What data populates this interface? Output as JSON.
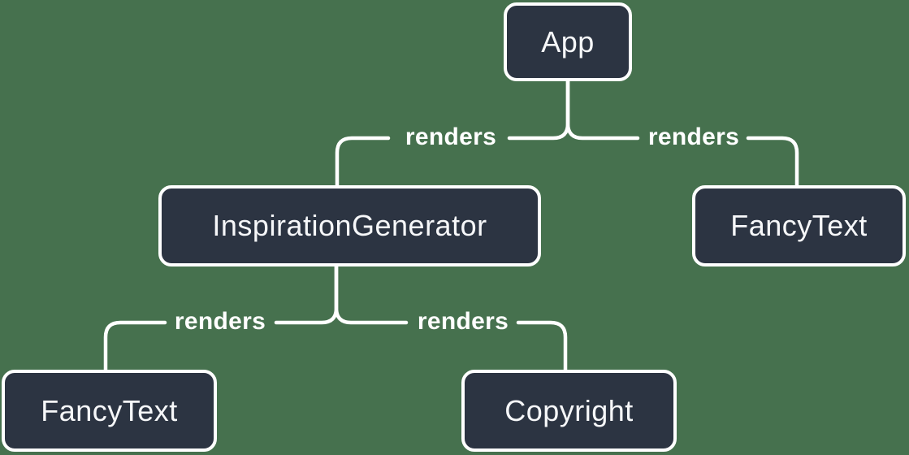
{
  "diagram": {
    "type": "tree",
    "description": "Component render tree",
    "nodes": [
      {
        "id": "app",
        "label": "App"
      },
      {
        "id": "inspiration-generator",
        "label": "InspirationGenerator"
      },
      {
        "id": "fancy-text-top",
        "label": "FancyText"
      },
      {
        "id": "fancy-text-bottom",
        "label": "FancyText"
      },
      {
        "id": "copyright",
        "label": "Copyright"
      }
    ],
    "edges": [
      {
        "from": "App",
        "to": "InspirationGenerator",
        "label": "renders"
      },
      {
        "from": "App",
        "to": "FancyText",
        "label": "renders"
      },
      {
        "from": "InspirationGenerator",
        "to": "FancyText",
        "label": "renders"
      },
      {
        "from": "InspirationGenerator",
        "to": "Copyright",
        "label": "renders"
      }
    ]
  },
  "colors": {
    "background": "#46714E",
    "node_fill": "#2C3442",
    "node_border": "#FFFFFF",
    "node_text": "#F6F7F9",
    "edge": "#FFFFFF",
    "edge_label_text": "#FFFFFF"
  }
}
